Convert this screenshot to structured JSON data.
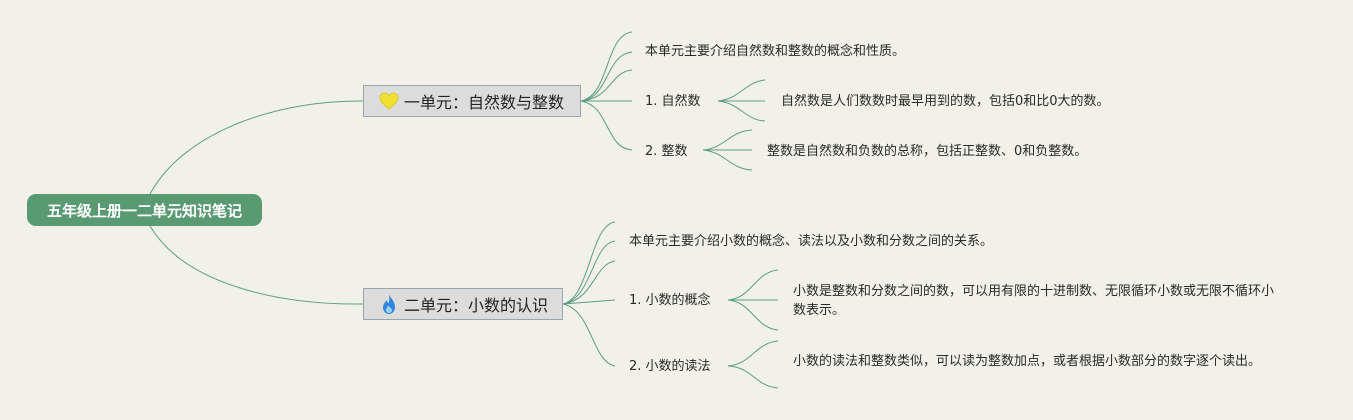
{
  "root": {
    "label": "五年级上册一二单元知识笔记"
  },
  "branches": [
    {
      "label": "一单元：自然数与整数",
      "icon": "heart-icon",
      "intro": "本单元主要介绍自然数和整数的概念和性质。",
      "topics": [
        {
          "label": "1. 自然数",
          "detail": "自然数是人们数数时最早用到的数，包括0和比0大的数。"
        },
        {
          "label": "2. 整数",
          "detail": "整数是自然数和负数的总称，包括正整数、0和负整数。"
        }
      ]
    },
    {
      "label": "二单元：小数的认识",
      "icon": "flame-icon",
      "intro": "本单元主要介绍小数的概念、读法以及小数和分数之间的关系。",
      "topics": [
        {
          "label": "1. 小数的概念",
          "detail": "小数是整数和分数之间的数，可以用有限的十进制数、无限循环小数或无限不循环小数表示。"
        },
        {
          "label": "2. 小数的读法",
          "detail": "小数的读法和整数类似，可以读为整数加点，或者根据小数部分的数字逐个读出。"
        }
      ]
    }
  ],
  "colors": {
    "background": "#F2F1E7",
    "root_fill": "#5A9A73",
    "branch_fill": "#DCDCDC",
    "branch_border": "#9AA5AE",
    "connector": "#5E9E86",
    "heart": "#F2E030",
    "flame": "#2E86DE"
  }
}
